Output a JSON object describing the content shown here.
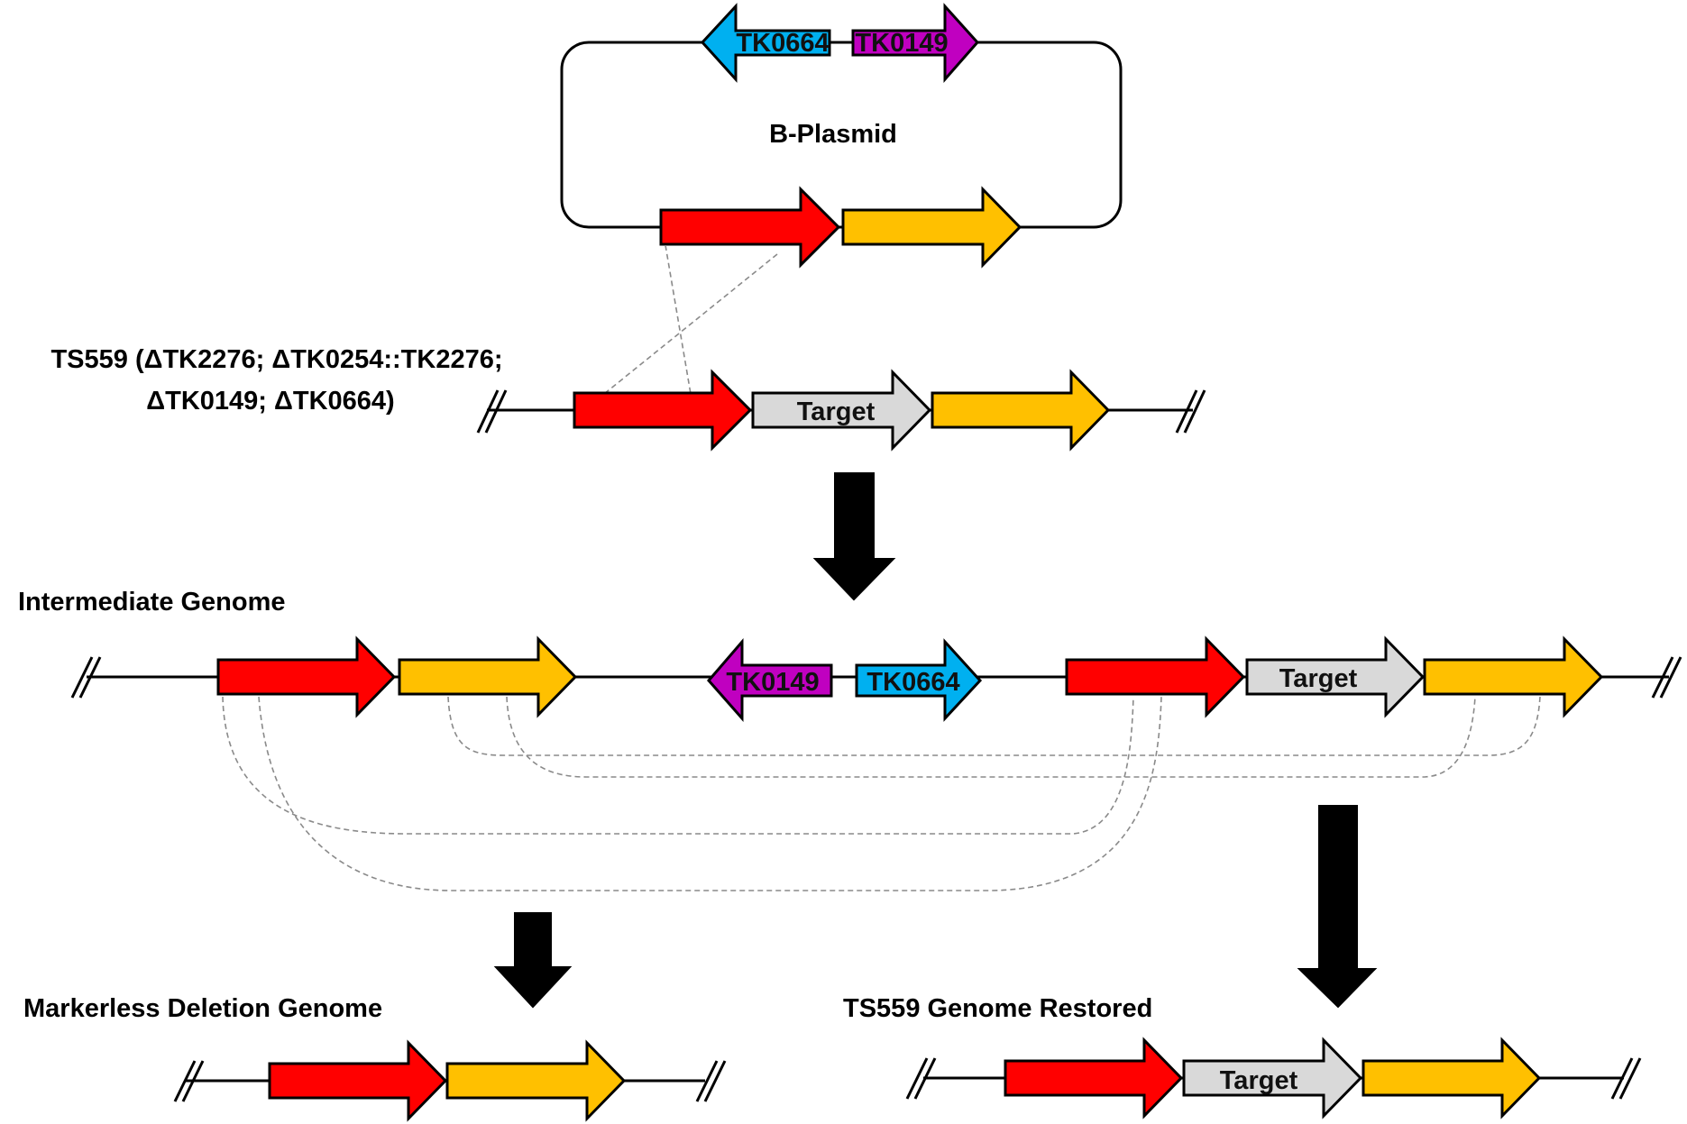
{
  "plasmid": {
    "title": "B-Plasmid",
    "marker_genes": [
      "TK0664",
      "TK0149"
    ]
  },
  "strain": {
    "line1": "TS559 (ΔTK2276; ΔTK0254::TK2276;",
    "line2": "ΔTK0149; ΔTK0664)",
    "target_label": "Target"
  },
  "intermediate": {
    "title": "Intermediate Genome",
    "marker_genes": [
      "TK0149",
      "TK0664"
    ],
    "target_label": "Target"
  },
  "markerless": {
    "title": "Markerless Deletion Genome"
  },
  "restored": {
    "title": "TS559 Genome Restored",
    "target_label": "Target"
  },
  "colors": {
    "upstream_flank": "#ff0000",
    "downstream_flank": "#ffc000",
    "target": "#d9d9d9",
    "TK0664": "#00b0f0",
    "TK0149": "#c000c0"
  }
}
